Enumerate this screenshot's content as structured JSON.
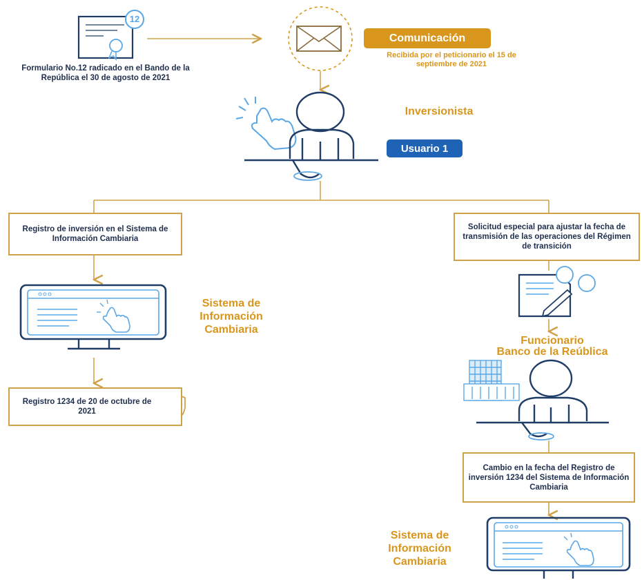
{
  "formulario": {
    "badge": "12",
    "caption": "Formulario No.12 radicado en el Bando de la República el 30 de agosto de 2021"
  },
  "comunicacion": {
    "label": "Comunicación",
    "caption": "Recibida por el peticionario el 15 de septiembre de 2021"
  },
  "inversionista": {
    "title": "Inversionista",
    "badge": "Usuario 1"
  },
  "left_branch": {
    "box1": "Registro de inversión en el Sistema de Información Cambiaria",
    "system_title": "Sistema de Información Cambiaria",
    "box2": "Registro 1234 de 20 de octubre de 2021"
  },
  "right_branch": {
    "box1": "Solicitud especial para ajustar la fecha de transmisión de las operaciones del Régimen de transición",
    "funcionario_title_line1": "Funcionario",
    "funcionario_title_line2": "Banco de la Reública",
    "box2": "Cambio en la fecha del Registro de inversión 1234 del Sistema de Información Cambiaria",
    "system_title": "Sistema de Información Cambiaria"
  },
  "colors": {
    "gold": "#cfa24a",
    "gold_text": "#d9961c",
    "navy": "#1f3d66",
    "light_blue": "#5aa7e6",
    "blue_badge": "#1e63b5",
    "orange_badge": "#d9961c"
  },
  "icons": [
    "certificate-icon",
    "envelope-icon",
    "hand-pointer-icon",
    "person-icon",
    "monitor-icon",
    "shield-check-icon",
    "document-pen-icon",
    "dollar-coin-icon",
    "building-icon"
  ]
}
